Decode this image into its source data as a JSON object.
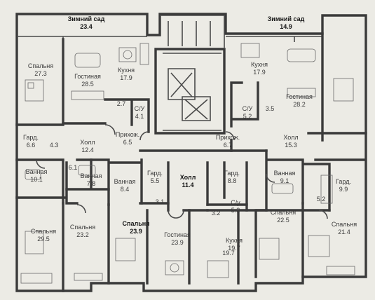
{
  "rooms": [
    {
      "id": "winter-garden-left",
      "name": "Зимний сад",
      "area": "23.4",
      "bold": true
    },
    {
      "id": "winter-garden-right",
      "name": "Зимний сад",
      "area": "14.9",
      "bold": true
    },
    {
      "id": "bedroom-a",
      "name": "Спальня",
      "area": "27.3",
      "bold": false
    },
    {
      "id": "living-a",
      "name": "Гостиная",
      "area": "28.5",
      "bold": false
    },
    {
      "id": "kitchen-a",
      "name": "Кухня",
      "area": "17.9",
      "bold": false
    },
    {
      "id": "wc-a",
      "name": "С/У",
      "area": "4.1",
      "bold": false
    },
    {
      "id": "small-a",
      "name": "",
      "area": "2.7",
      "bold": false
    },
    {
      "id": "kitchen-b",
      "name": "Кухня",
      "area": "17.9",
      "bold": false
    },
    {
      "id": "living-b",
      "name": "Гостиная",
      "area": "28.2",
      "bold": false
    },
    {
      "id": "wc-b",
      "name": "С/У",
      "area": "5.2",
      "bold": false
    },
    {
      "id": "small-b",
      "name": "",
      "area": "3.5",
      "bold": false
    },
    {
      "id": "wardrobe-a",
      "name": "Гард.",
      "area": "6.6",
      "bold": false
    },
    {
      "id": "small-c",
      "name": "",
      "area": "4.3",
      "bold": false
    },
    {
      "id": "hall-a",
      "name": "Холл",
      "area": "12.4",
      "bold": false
    },
    {
      "id": "entry-a",
      "name": "Прихож.",
      "area": "6.5",
      "bold": false
    },
    {
      "id": "entry-b",
      "name": "Прихож.",
      "area": "6.7",
      "bold": false
    },
    {
      "id": "hall-b",
      "name": "Холл",
      "area": "15.3",
      "bold": false
    },
    {
      "id": "bath-a",
      "name": "Ванная",
      "area": "10.1",
      "bold": false
    },
    {
      "id": "small-d",
      "name": "",
      "area": "6.1",
      "bold": false
    },
    {
      "id": "bath-b",
      "name": "Ванная",
      "area": "7.8",
      "bold": false
    },
    {
      "id": "bath-c",
      "name": "Ванная",
      "area": "8.4",
      "bold": false
    },
    {
      "id": "wardrobe-b",
      "name": "Гард.",
      "area": "5.5",
      "bold": false
    },
    {
      "id": "hall-c",
      "name": "Холл",
      "area": "11.4",
      "bold": true
    },
    {
      "id": "wardrobe-c",
      "name": "Гард.",
      "area": "8.8",
      "bold": false
    },
    {
      "id": "bath-d",
      "name": "Ванная",
      "area": "9.1",
      "bold": false
    },
    {
      "id": "wardrobe-d",
      "name": "Гард.",
      "area": "9.9",
      "bold": false
    },
    {
      "id": "small-e",
      "name": "",
      "area": "3.1",
      "bold": false
    },
    {
      "id": "wc-c",
      "name": "С/у",
      "area": "5.3",
      "bold": false
    },
    {
      "id": "small-f",
      "name": "",
      "area": "3.2",
      "bold": false
    },
    {
      "id": "small-g",
      "name": "",
      "area": "5.2",
      "bold": false
    },
    {
      "id": "bedroom-b",
      "name": "Спальня",
      "area": "29.5",
      "bold": false
    },
    {
      "id": "bedroom-c",
      "name": "Спальня",
      "area": "23.2",
      "bold": false
    },
    {
      "id": "bedroom-d",
      "name": "Спальня",
      "area": "23.9",
      "bold": true
    },
    {
      "id": "living-c",
      "name": "Гостиная",
      "area": "23.9",
      "bold": false
    },
    {
      "id": "kitchen-c",
      "name": "Кухня",
      "area": "19.7",
      "bold": false
    },
    {
      "id": "small-h",
      "name": "",
      "area": "19.7",
      "bold": false
    },
    {
      "id": "bedroom-e",
      "name": "Спальня",
      "area": "22.5",
      "bold": false
    },
    {
      "id": "bedroom-f",
      "name": "Спальня",
      "area": "21.4",
      "bold": false
    }
  ],
  "colors": {
    "background": "#ecebe5",
    "wall": "#3a3a3a",
    "text": "#3b3b3b",
    "text_bold": "#151515"
  }
}
